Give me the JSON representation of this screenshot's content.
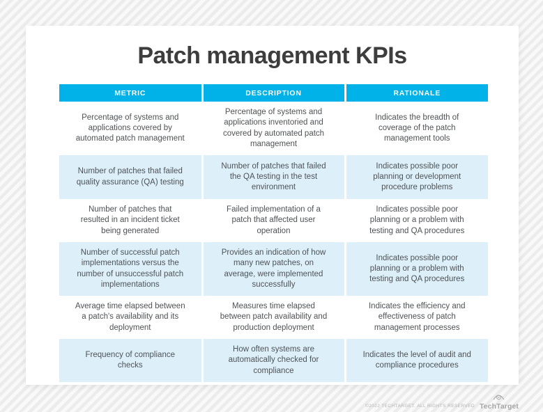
{
  "title": "Patch management KPIs",
  "chart_data": {
    "type": "table",
    "title": "Patch management KPIs",
    "columns": [
      "METRIC",
      "DESCRIPTION",
      "RATIONALE"
    ],
    "rows": [
      [
        "Percentage of systems and applications covered by automated patch management",
        "Percentage of systems and applications inventoried and covered by automated patch management",
        "Indicates the breadth of coverage of the patch management tools"
      ],
      [
        "Number of patches that failed quality assurance (QA) testing",
        "Number of patches that failed the QA testing in the test environment",
        "Indicates possible poor planning or development procedure problems"
      ],
      [
        "Number of patches that resulted in an incident ticket being generated",
        "Failed implementation of a patch that affected user operation",
        "Indicates possible poor planning or a problem with testing and QA procedures"
      ],
      [
        "Number of successful patch implementations versus the number of unsuccessful patch implementations",
        "Provides an indication of how many new patches, on average, were implemented successfully",
        "Indicates possible poor planning or a problem with testing and QA procedures"
      ],
      [
        "Average time elapsed between a patch's availability and its deployment",
        "Measures time elapsed between patch availability and production deployment",
        "Indicates the efficiency and effectiveness of patch management processes"
      ],
      [
        "Frequency of compliance checks",
        "How often systems are automatically checked for compliance",
        "Indicates the level of audit and compliance procedures"
      ]
    ],
    "layout": {
      "header_row": true,
      "zebra_striping": "even rows light blue",
      "column_alignment": "center"
    }
  },
  "footer": {
    "copyright": "©2022 TECHTARGET. ALL RIGHTS RESERVED",
    "brand": "TechTarget"
  },
  "colors": {
    "header_bg": "#00b2e8",
    "row_alt_bg": "#ddf0fa",
    "title_color": "#3d3d3d",
    "cell_text_color": "#4e5256",
    "brand_gray": "#a7a7a7"
  }
}
